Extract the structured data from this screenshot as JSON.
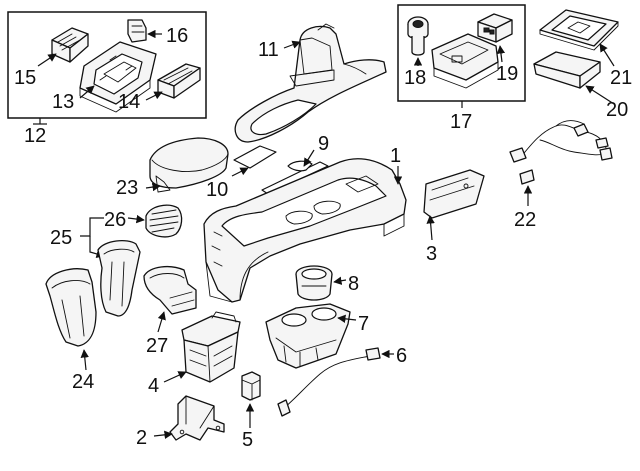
{
  "callouts": {
    "c2": "2",
    "c4": "4",
    "c5": "5",
    "c6": "6",
    "c7": "7",
    "c8": "8",
    "c9": "9",
    "c10": "10",
    "c11": "11",
    "c12": "12",
    "c13": "13",
    "c14": "14",
    "c15": "15",
    "c16": "16",
    "c17": "17",
    "c18": "18",
    "c19": "19",
    "c20": "20",
    "c21": "21",
    "c22": "22",
    "c23": "23",
    "c24": "24",
    "c25": "25",
    "c26": "26",
    "c27": "27",
    "c1": "1",
    "c3": "3"
  }
}
